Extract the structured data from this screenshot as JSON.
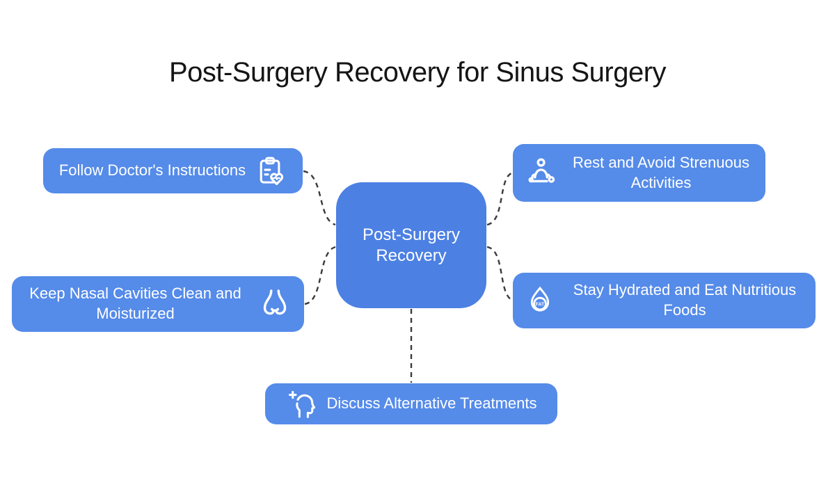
{
  "title": "Post-Surgery Recovery for Sinus Surgery",
  "center_node": {
    "label": "Post-Surgery Recovery"
  },
  "nodes": [
    {
      "label": "Follow Doctor's Instructions",
      "icon": "clipboard-heart-icon",
      "icon_side": "right"
    },
    {
      "label": "Keep Nasal Cavities Clean and Moisturized",
      "icon": "nose-icon",
      "icon_side": "right"
    },
    {
      "label": "Rest and Avoid Strenuous Activities",
      "icon": "person-resting-icon",
      "icon_side": "left"
    },
    {
      "label": "Stay Hydrated and Eat Nutritious Foods",
      "icon": "water-drop-icon",
      "icon_text": "FAT",
      "icon_side": "left"
    },
    {
      "label": "Discuss Alternative Treatments",
      "icon": "head-cross-icon",
      "icon_side": "left"
    }
  ],
  "colors": {
    "background": "#ffffff",
    "outer_node_fill": "#558be9",
    "center_node_fill": "#4c80e3",
    "node_text": "#ffffff",
    "title_text": "#151515",
    "connector": "#3a3a3a"
  }
}
